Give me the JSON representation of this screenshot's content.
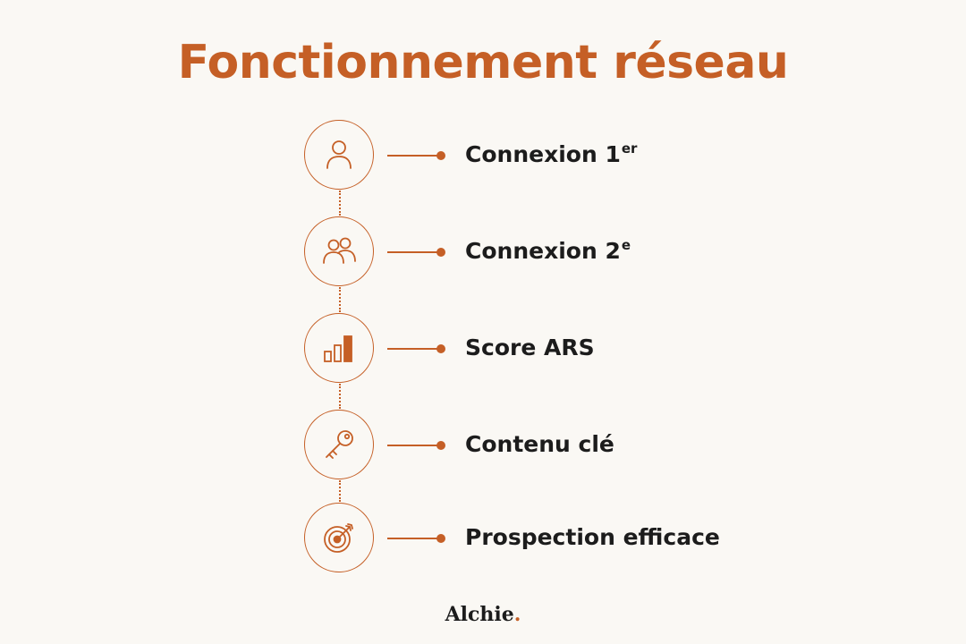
{
  "title": "Fonctionnement réseau",
  "accent_color": "#c55f26",
  "steps": [
    {
      "label": "Connexion 1",
      "sup": "er",
      "icon": "user-icon"
    },
    {
      "label": "Connexion 2",
      "sup": "e",
      "icon": "users-icon"
    },
    {
      "label": "Score ARS",
      "sup": "",
      "icon": "bar-chart-icon"
    },
    {
      "label": "Contenu clé",
      "sup": "",
      "icon": "key-icon"
    },
    {
      "label": "Prospection efficace",
      "sup": "",
      "icon": "target-icon"
    }
  ],
  "brand": {
    "name": "Alchie",
    "dot": "."
  }
}
